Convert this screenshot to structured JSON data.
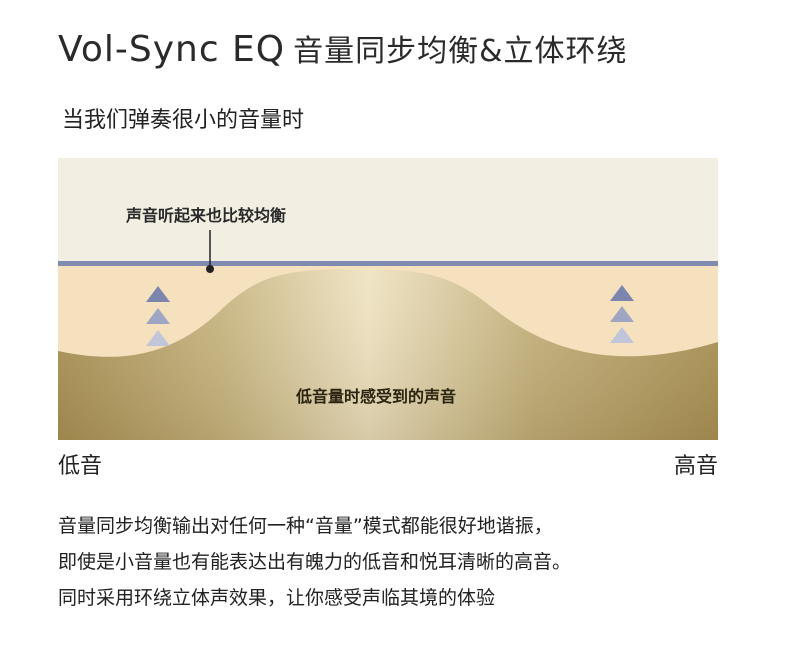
{
  "header": {
    "title_en": "Vol-Sync EQ",
    "title_zh": "音量同步均衡&立体环绕",
    "subtitle": "当我们弹奏很小的音量时"
  },
  "diagram": {
    "callout_label": "声音听起来也比较均衡",
    "curve_label": "低音量时感受到的声音",
    "colors": {
      "sky": "#f2efe2",
      "sand": "#f6e1bf",
      "line": "#7f8bb0",
      "gold_dark": "#a88f52",
      "gold_light": "#efe3c2",
      "arrow_1": "#7c85ad",
      "arrow_2": "#9fa6c4",
      "arrow_3": "#c1c5d9"
    }
  },
  "axis": {
    "low": "低音",
    "high": "高音"
  },
  "description": {
    "line1": "音量同步均衡输出对任何一种“音量”模式都能很好地谐振，",
    "line2": "即使是小音量也有能表达出有魄力的低音和悦耳清晰的高音。",
    "line3": "同时采用环绕立体声效果，让你感受声临其境的体验"
  }
}
